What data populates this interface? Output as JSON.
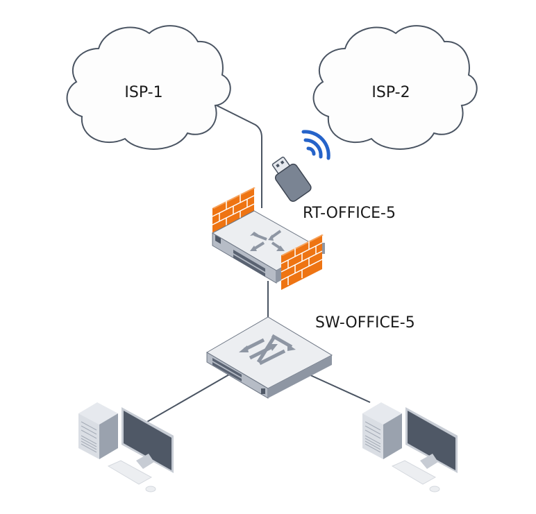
{
  "diagram": {
    "type": "network-topology",
    "nodes": {
      "isp1": {
        "label": "ISP-1",
        "kind": "cloud"
      },
      "isp2": {
        "label": "ISP-2",
        "kind": "cloud"
      },
      "router": {
        "label": "RT-OFFICE-5",
        "kind": "router-firewall"
      },
      "lte": {
        "label": "",
        "kind": "usb-wireless-modem"
      },
      "switch": {
        "label": "SW-OFFICE-5",
        "kind": "switch"
      },
      "pc_left": {
        "label": "",
        "kind": "workstation"
      },
      "pc_right": {
        "label": "",
        "kind": "workstation"
      }
    },
    "links": [
      {
        "from": "isp1",
        "to": "router"
      },
      {
        "from": "router",
        "to": "switch"
      },
      {
        "from": "switch",
        "to": "pc_left"
      },
      {
        "from": "switch",
        "to": "pc_right"
      }
    ],
    "colors": {
      "line": "#4a5462",
      "cloud_stroke": "#4a5462",
      "firewall": "#ee7413",
      "wireless": "#2563c9",
      "device_top": "#eceef1",
      "device_side": "#b6bcc6",
      "screen": "#4f5866"
    }
  }
}
